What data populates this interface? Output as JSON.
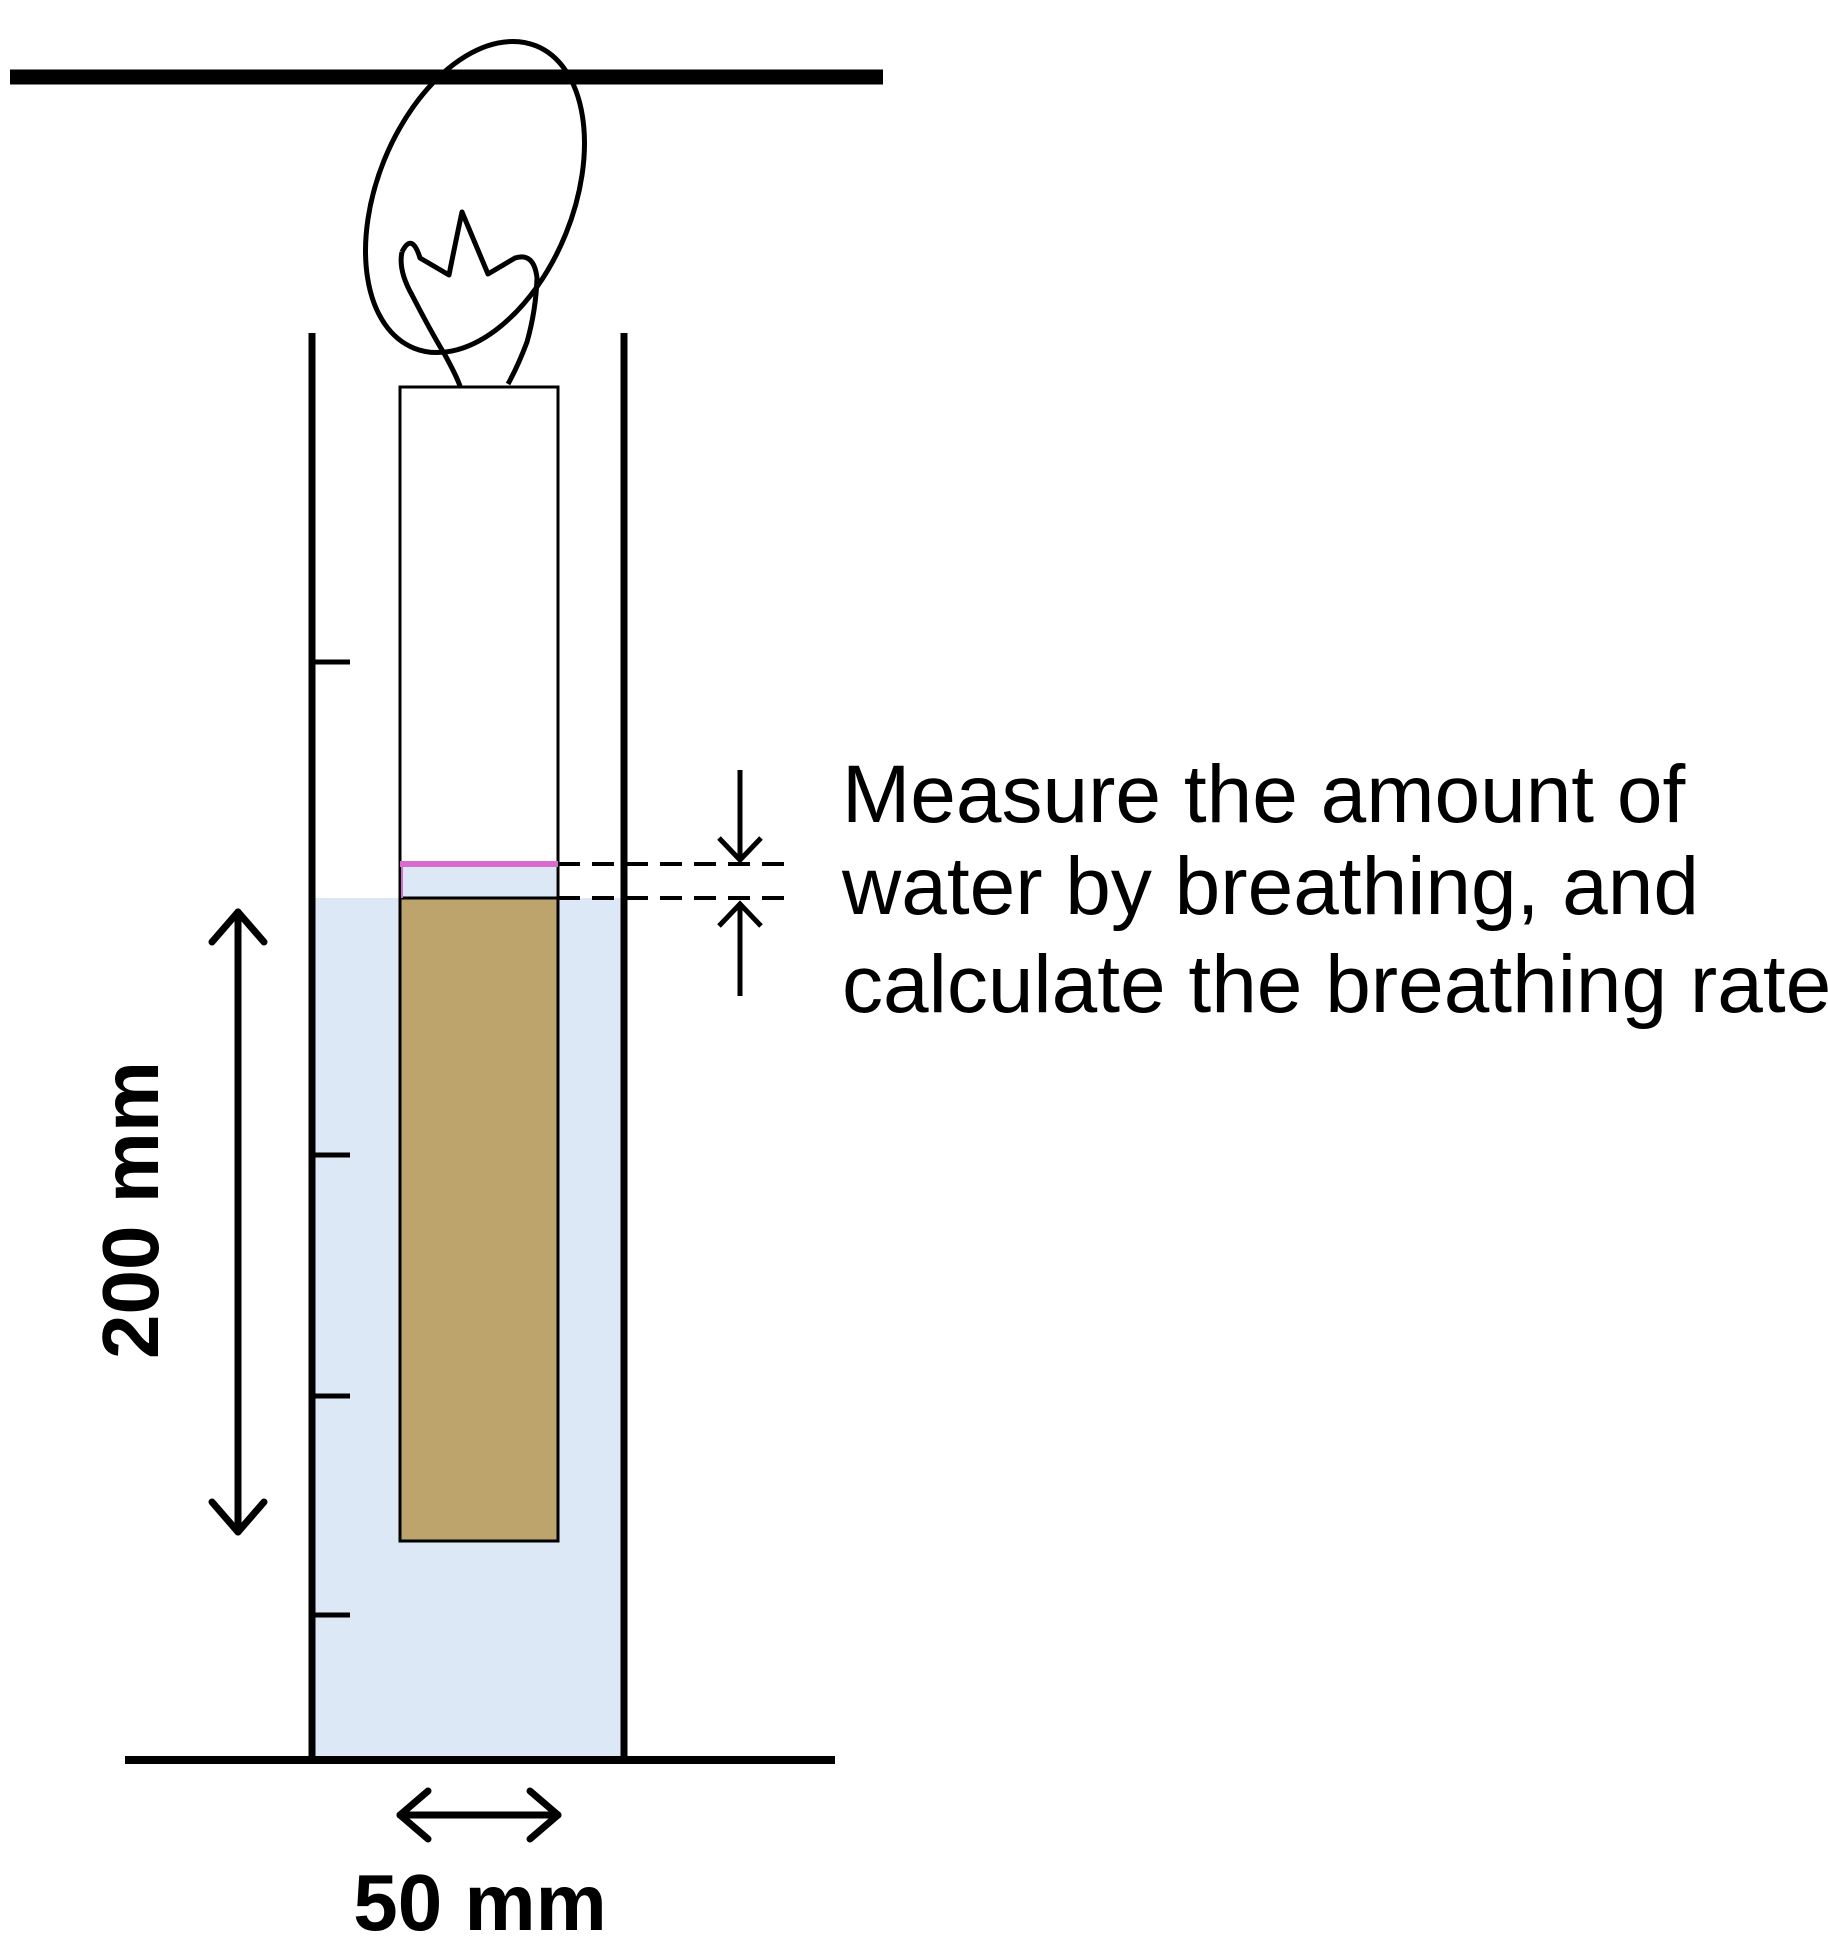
{
  "annotation": {
    "lines": [
      "Measure the amount of",
      "water by breathing, and",
      "calculate the breathing rate"
    ]
  },
  "dimensions": {
    "height_label": "200 mm",
    "width_label": "50 mm"
  },
  "colors": {
    "water": "#dce8f5",
    "soil": "#bca46c",
    "water_level_mark": "#d86ad0",
    "line": "#000000"
  }
}
